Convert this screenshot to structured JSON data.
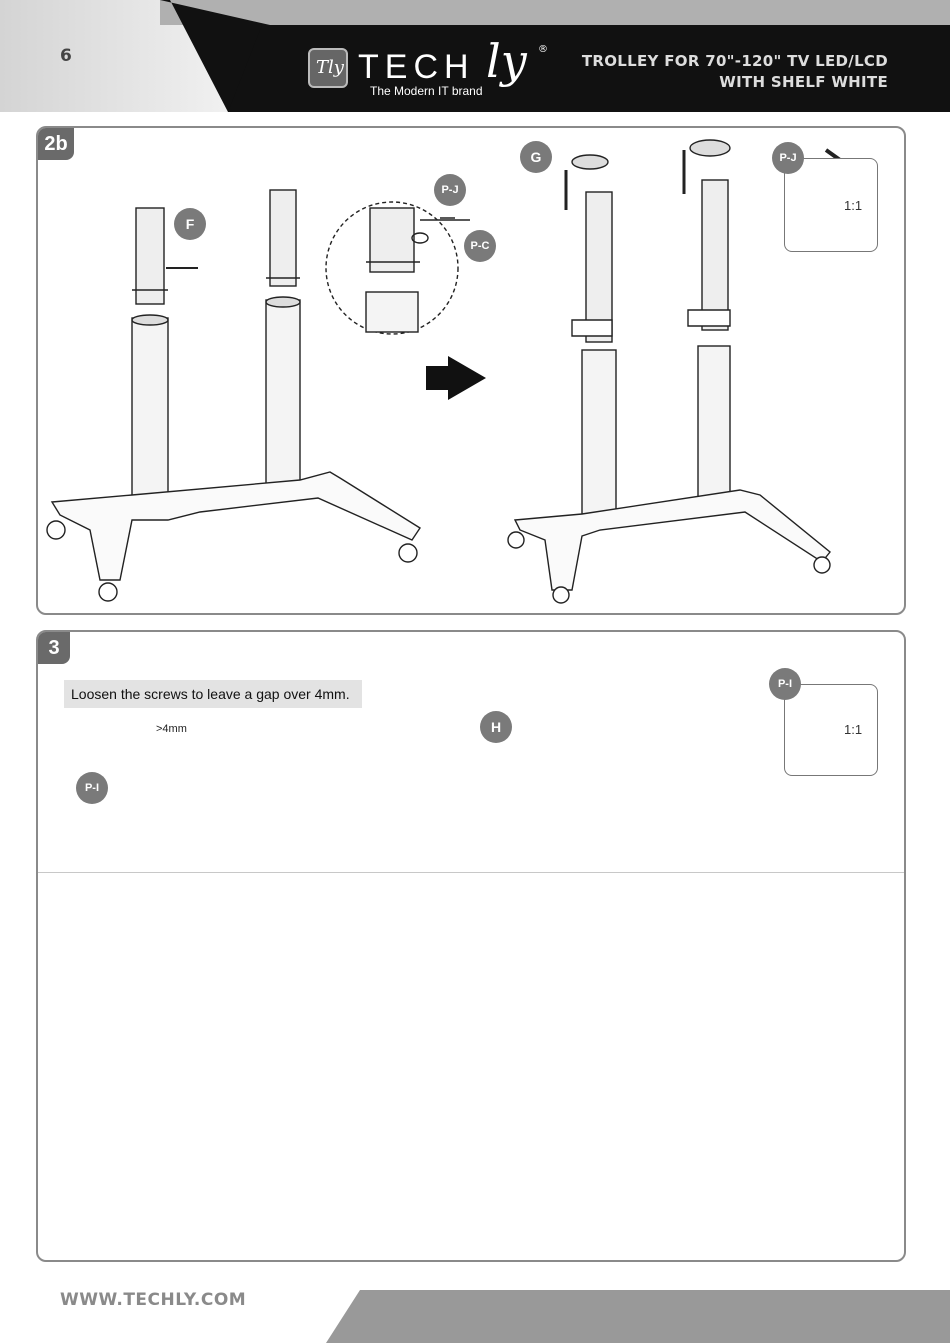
{
  "header": {
    "page_number": "6",
    "brand_prefix": "TECH",
    "brand_suffix": "ly",
    "logo_glyph": "Tly",
    "registered_mark": "®",
    "tagline": "The Modern IT brand",
    "title_line1": "TROLLEY FOR 70\"-120\" TV LED/LCD",
    "title_line2": "WITH SHELF WHITE"
  },
  "step_2b": {
    "badge": "2b",
    "callouts": {
      "F": "F",
      "PJ_detail": "P-J",
      "PC": "P-C",
      "G": "G",
      "PJ_tool": "P-J"
    },
    "tool_scale": "1:1"
  },
  "step_3": {
    "badge": "3",
    "instruction": "Loosen the screws to leave a gap over 4mm.",
    "gap_label": ">4mm",
    "callouts": {
      "PI_detail": "P-I",
      "H": "H",
      "PI_tool": "P-I"
    },
    "tool_scale": "1:1"
  },
  "footer": {
    "website": "WWW.TECHLY.COM"
  },
  "colors": {
    "header_dark": "#111111",
    "badge_gray": "#6a6a6a",
    "callout_gray": "#7a7a7a",
    "footer_gray": "#999999"
  }
}
